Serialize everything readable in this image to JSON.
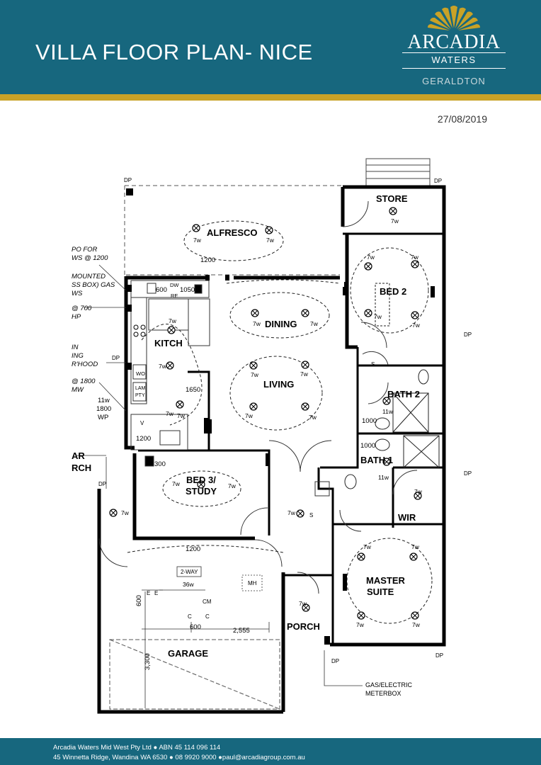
{
  "header": {
    "title": "VILLA FLOOR PLAN- NICE",
    "date": "27/08/2019",
    "colors": {
      "band": "#17677e",
      "accent": "#c9a227"
    }
  },
  "logo": {
    "name": "ARCADIA",
    "sub": "WATERS",
    "location": "GERALDTON"
  },
  "rooms": {
    "alfresco": "ALFRESCO",
    "store": "STORE",
    "bed2": "BED 2",
    "dining": "DINING",
    "kitch": "KITCH",
    "living": "LIVING",
    "bath2": "BATH 2",
    "bath1": "BATH 1",
    "bed3_line1": "BED 3/",
    "bed3_line2": "STUDY",
    "wir": "WIR",
    "master_line1": "MASTER",
    "master_line2": "SUITE",
    "porch": "PORCH",
    "garage": "GARAGE"
  },
  "side_notes": {
    "n1a": "PO FOR",
    "n1b": "WS @ 1200",
    "n2a": "MOUNTED",
    "n2b": "SS BOX) GAS",
    "n2c": "WS",
    "n3a": "@ 700",
    "n3b": "HP",
    "n4a": "IN",
    "n4b": "ING",
    "n4c": "R'HOOD",
    "n5a": "@ 1800",
    "n5b": "MW",
    "n6a": "11w",
    "n6b": "1800",
    "n6c": "WP",
    "n7a": "AR",
    "n7b": "RCH"
  },
  "annotations": {
    "dp": "DP",
    "w7": "7w",
    "w11": "11w",
    "w36": "36w",
    "d1200": "1200",
    "d600": "600",
    "d1050": "1050",
    "d1650": "1650",
    "d1000": "1000",
    "d300": "300",
    "d2555": "2,555",
    "d3300": "3,300",
    "dw": "DW",
    "re": "RE",
    "wo": "WO",
    "lam": "LAM",
    "pty": "PTY",
    "v": "V",
    "s": "S",
    "mh": "MH",
    "cm": "CM",
    "twoway": "2-WAY",
    "e": "E",
    "c": "C",
    "meter1": "GAS/ELECTRIC",
    "meter2": "METERBOX"
  },
  "footer": {
    "line1": "Arcadia Waters Mid West Pty Ltd ● ABN 45 114 096 114",
    "line2": "45 Winnetta Ridge, Wandina WA 6530 ● 08 9920 9000 ●paul@arcadiagroup.com.au"
  }
}
